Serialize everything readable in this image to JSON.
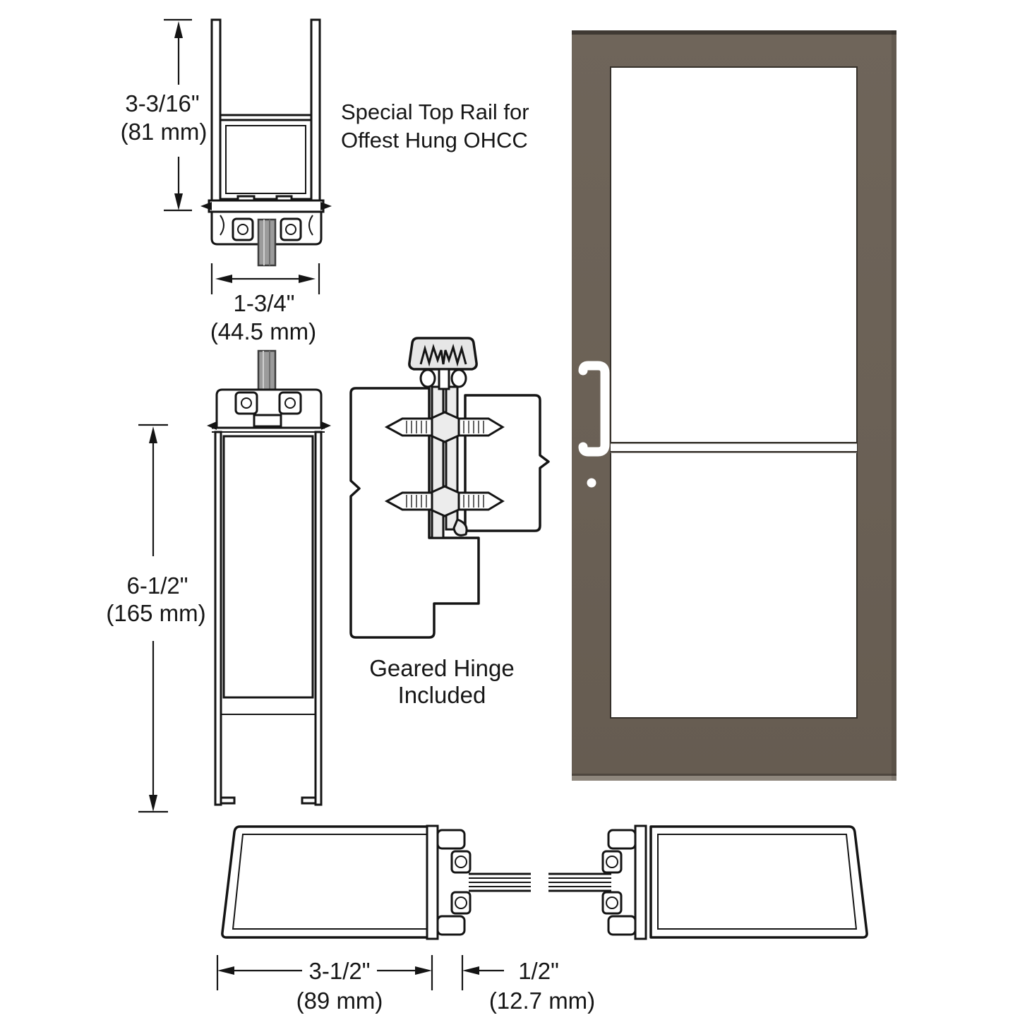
{
  "top_rail": {
    "dim_height_in": "3-3/16\"",
    "dim_height_mm": "(81 mm)",
    "dim_width_in": "1-3/4\"",
    "dim_width_mm": "(44.5 mm)",
    "note_line1": "Special Top Rail for",
    "note_line2": "Offest Hung OHCC"
  },
  "bottom_rail": {
    "dim_height_in": "6-1/2\"",
    "dim_height_mm": "(165 mm)"
  },
  "hinge": {
    "note_line1": "Geared Hinge",
    "note_line2": "Included"
  },
  "door": {
    "frame_color": "#6b6156",
    "frame_top_edge_color": "#3f3933",
    "frame_bottom_edge_color": "#8e867c",
    "glass_color": "#ffffff",
    "hardware_color": "#ffffff"
  },
  "threshold": {
    "dim_stile_in": "3-1/2\"",
    "dim_stile_mm": "(89 mm)",
    "dim_gap_in": "1/2\"",
    "dim_gap_mm": "(12.7 mm)"
  }
}
